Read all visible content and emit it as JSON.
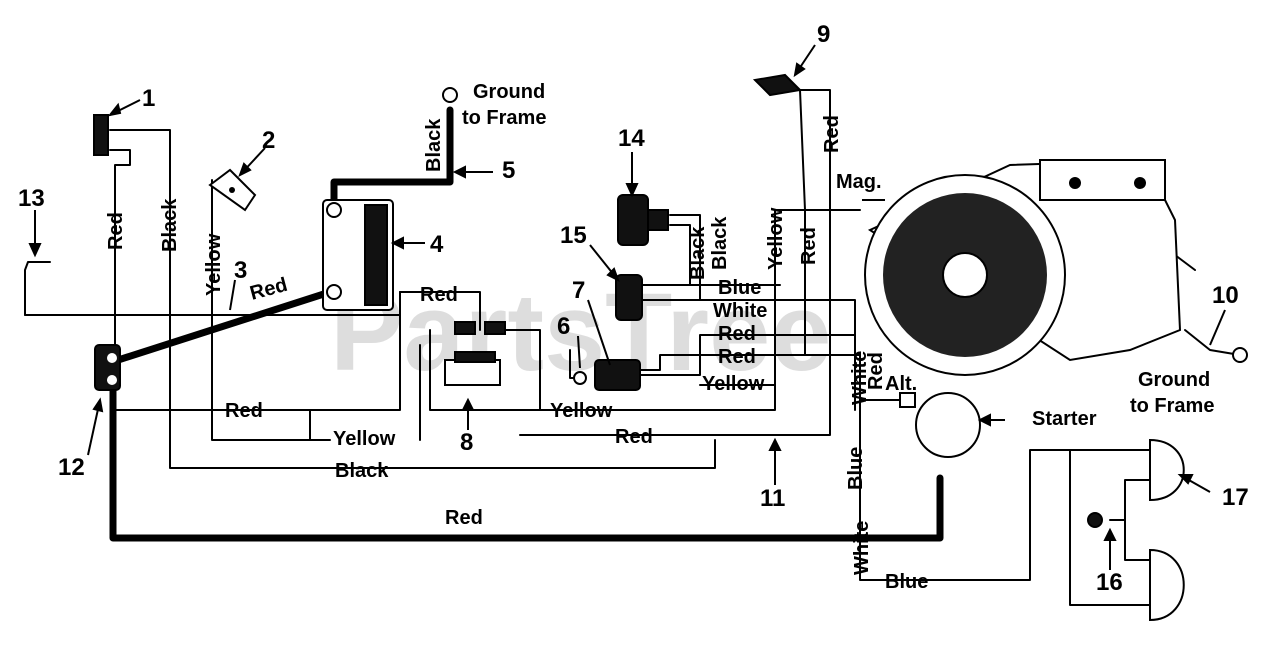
{
  "watermark": "PartsTree",
  "numbers": [
    "1",
    "2",
    "3",
    "4",
    "5",
    "6",
    "7",
    "8",
    "9",
    "10",
    "11",
    "12",
    "13",
    "14",
    "15",
    "16",
    "17"
  ],
  "labels": {
    "ground_to_frame_top_line1": "Ground",
    "ground_to_frame_top_line2": "to Frame",
    "ground_to_frame_right_line1": "Ground",
    "ground_to_frame_right_line2": "to Frame",
    "mag": "Mag.",
    "alt": "Alt.",
    "starter": "Starter"
  },
  "wire_labels": {
    "black_5": "Black",
    "red_1": "Red",
    "black_1": "Black",
    "yellow_2": "Yellow",
    "red_3": "Red",
    "red_relay": "Red",
    "red_left": "Red",
    "yellow_left": "Yellow",
    "black_bottom": "Black",
    "yellow_mid": "Yellow",
    "red_mid": "Red",
    "red_long": "Red",
    "black_14a": "Black",
    "black_14b": "Black",
    "blue_15": "Blue",
    "white_15": "White",
    "red_15a": "Red",
    "red_15b": "Red",
    "yellow_7": "Yellow",
    "yellow_vert": "Yellow",
    "red_vert": "Red",
    "red_9": "Red",
    "white_alt": "White",
    "red_alt": "Red",
    "blue_vert": "Blue",
    "white_bottom": "White",
    "blue_bottom": "Blue"
  }
}
